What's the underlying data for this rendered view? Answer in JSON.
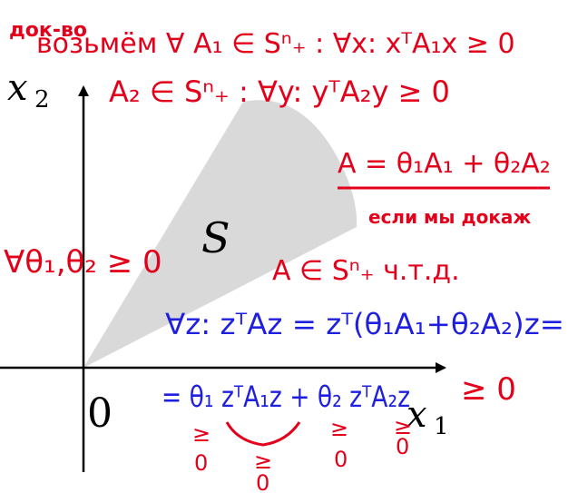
{
  "axes": {
    "x_label": "x",
    "x_sub": "1",
    "y_label": "x",
    "y_sub": "2",
    "origin_label": "0"
  },
  "region_label": "S",
  "colors": {
    "region_fill": "#d9d9d9",
    "red_ink": "#e3001b",
    "blue_ink": "#1f1fe0",
    "axis": "#000000"
  },
  "notes": {
    "proof_title": "док-во",
    "line1": "возьмём ∀ A₁ ∈ Sⁿ₊ :  ∀x: xᵀA₁x ≥ 0",
    "line2": "A₂ ∈ Sⁿ₊ :  ∀y: yᵀA₂y ≥ 0",
    "combo": "A = θ₁A₁ + θ₂A₂",
    "if_show": "если мы докаж",
    "theta_cond": "∀θ₁,θ₂ ≥ 0",
    "membership": "A ∈ Sⁿ₊   ч.т.д.",
    "forall_z": "∀z:  zᵀAz = zᵀ(θ₁A₁+θ₂A₂)z=",
    "expand": "= θ₁ zᵀA₁z + θ₂ zᵀA₂z",
    "geq_zero": "≥ 0",
    "ge_mark": "≥",
    "zero_mark": "0"
  }
}
